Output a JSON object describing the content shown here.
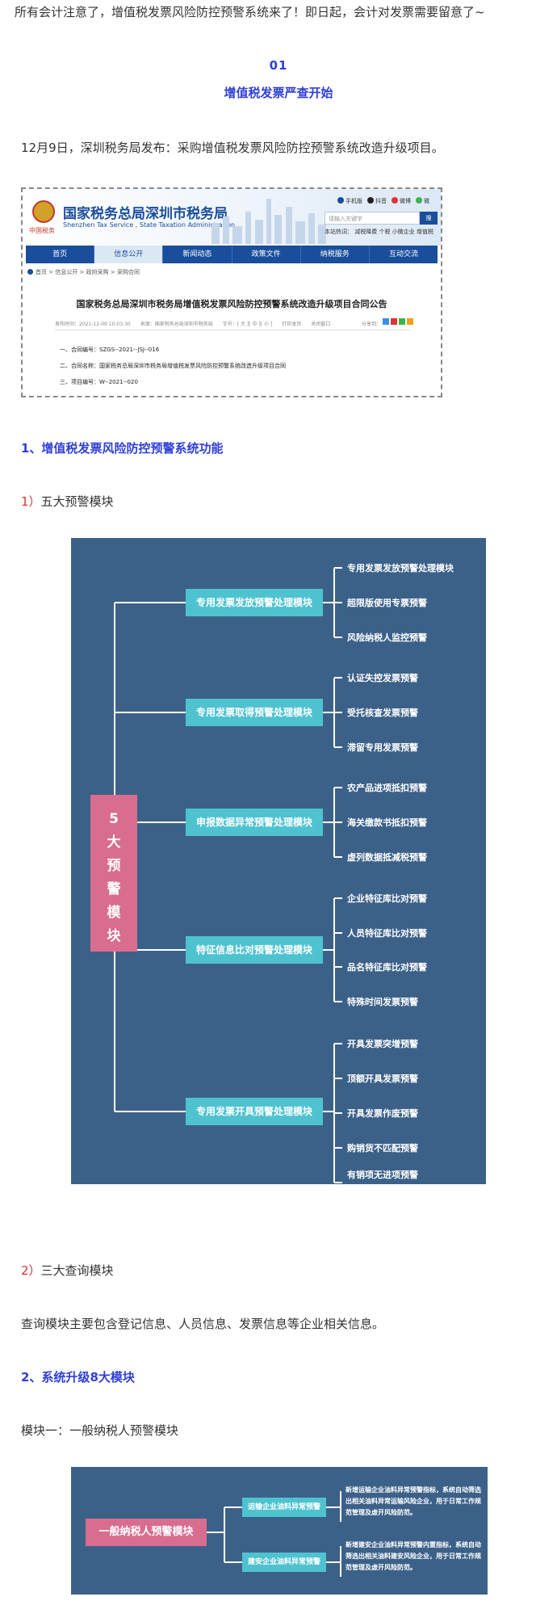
{
  "article": {
    "title": "所有会计注意了，增值税发票风险防控预警系统来了！即日起，会计对发票需要留意了~",
    "section_num": "01",
    "section_title": "增值税发票严查开始",
    "intro": "12月9日，深圳税务局发布：采购增值税发票风险防控预警系统改造升级项目。",
    "h1": "1、增值税发票风险防控预警系统功能",
    "sub1_num": "1）",
    "sub1_text": "五大预警模块",
    "sub2_num": "2）",
    "sub2_text": "三大查询模块",
    "query_desc": "查询模块主要包含登记信息、人员信息、发票信息等企业相关信息。",
    "h2": "2、系统升级8大模块",
    "module1": "模块一：一般纳税人预警模块"
  },
  "screenshot": {
    "emblem_sub": "中国税务",
    "bureau": "国家税务总局深圳市税务局",
    "bureau_en": "Shenzhen Tax Service , State Taxation Administration",
    "top_links": [
      "手机版",
      "抖音",
      "微博",
      "微"
    ],
    "search_placeholder": "请输入关键字",
    "search_button": "搜",
    "quick_links": "本站热词：   减税降费   个税   小微企业   增值税",
    "nav": [
      "首页",
      "信息公开",
      "新闻动态",
      "政策文件",
      "纳税服务",
      "互动交流"
    ],
    "nav_active": 1,
    "breadcrumb": "首页 > 信息公开 > 政府采购 > 采购合同",
    "doc_title": "国家税务总局深圳市税务局增值税发票风险防控预警系统改造升级项目合同公告",
    "meta": [
      "发布时间：2021-12-09 10:03:30",
      "来源：国家税务总局深圳市税务局",
      "字号：[ 大 ][ 中 ][ 小 ]",
      "打印本页",
      "关闭窗口",
      "分享到："
    ],
    "fields": [
      "一、合同编号：SZGS--2021--JSJ--016",
      "二、合同名称：国家税务总局深圳市税务局增值税发票风险防控预警系统改造升级项目合同",
      "三、项目编号：W--2021--020"
    ]
  },
  "diagram1": {
    "center_chars": [
      "5",
      "大",
      "预",
      "警",
      "模",
      "块"
    ],
    "modules": [
      {
        "label": "专用发票发放预警处理模块",
        "leaves": [
          "专用发票发放预警处理模块",
          "超限版使用专票预警",
          "风险纳税人监控预警"
        ]
      },
      {
        "label": "专用发票取得预警处理模块",
        "leaves": [
          "认证失控发票预警",
          "受托核查发票预警",
          "滞留专用发票预警"
        ]
      },
      {
        "label": "申报数据异常预警处理模块",
        "leaves": [
          "农产品进项抵扣预警",
          "海关缴款书抵扣预警",
          "虚列数据抵减税预警"
        ]
      },
      {
        "label": "特征信息比对预警处理模块",
        "leaves": [
          "企业特征库比对预警",
          "人员特征库比对预警",
          "品名特征库比对预警",
          "特殊时间发票预警"
        ]
      },
      {
        "label": "专用发票开具预警处理模块",
        "leaves": [
          "开具发票突增预警",
          "顶额开具发票预警",
          "开具发票作废预警",
          "购销货不匹配预警",
          "有销项无进项预警"
        ]
      }
    ]
  },
  "diagram2": {
    "main": "一般纳税人预警模块",
    "modules": [
      {
        "label": "运输企业油料异常预警",
        "desc": "新增运输企业油料异常预警指标，系统自动筛选出相关油料异常运输风险企业，用于日常工作规范管理及虚开风险防范。"
      },
      {
        "label": "建安企业油料异常预警",
        "desc": "新增建安企业油料异常预警内置指标，系统自动筛选出相关油料建安风险企业，用于日常工作规范管理及虚开风险防范。"
      }
    ]
  },
  "colors": {
    "accent_blue": "#2f3fd6",
    "diagram_bg": "#3c6189",
    "module_cyan": "#4fc2d0",
    "center_pink": "#d96d8f",
    "number_red": "#dd3333"
  }
}
